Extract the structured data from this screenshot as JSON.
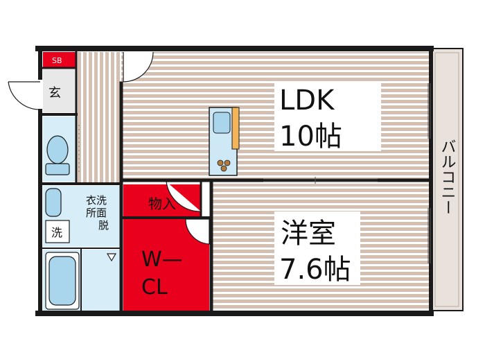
{
  "rooms": {
    "ldk": {
      "name": "LDK",
      "size": "10帖"
    },
    "western": {
      "name": "洋室",
      "size": "7.6帖"
    },
    "storage": {
      "name": "物入"
    },
    "wcl": {
      "line1": "W—",
      "line2": "CL"
    },
    "entrance": {
      "name": "玄"
    },
    "shoebox": {
      "name": "SB"
    },
    "washer": {
      "name": "洗"
    },
    "dressing": {
      "line1": "衣洗",
      "line2": "所面",
      "line3": "脱"
    },
    "balcony": {
      "name": "バルコニー"
    }
  },
  "colors": {
    "floor_stripe": "#d4bfb3",
    "wall": "#1a1a1a",
    "storage_red": "#e8001c",
    "wet_area": "#d7edf7",
    "fixture_blue": "#a9d6ec",
    "balcony": "#e9e1dc",
    "kitchen_counter": "#f3b45a"
  },
  "icons": [
    "toilet-icon",
    "bathtub-icon",
    "sink-icon",
    "kitchen-stove-icon",
    "kitchen-sink-icon"
  ]
}
